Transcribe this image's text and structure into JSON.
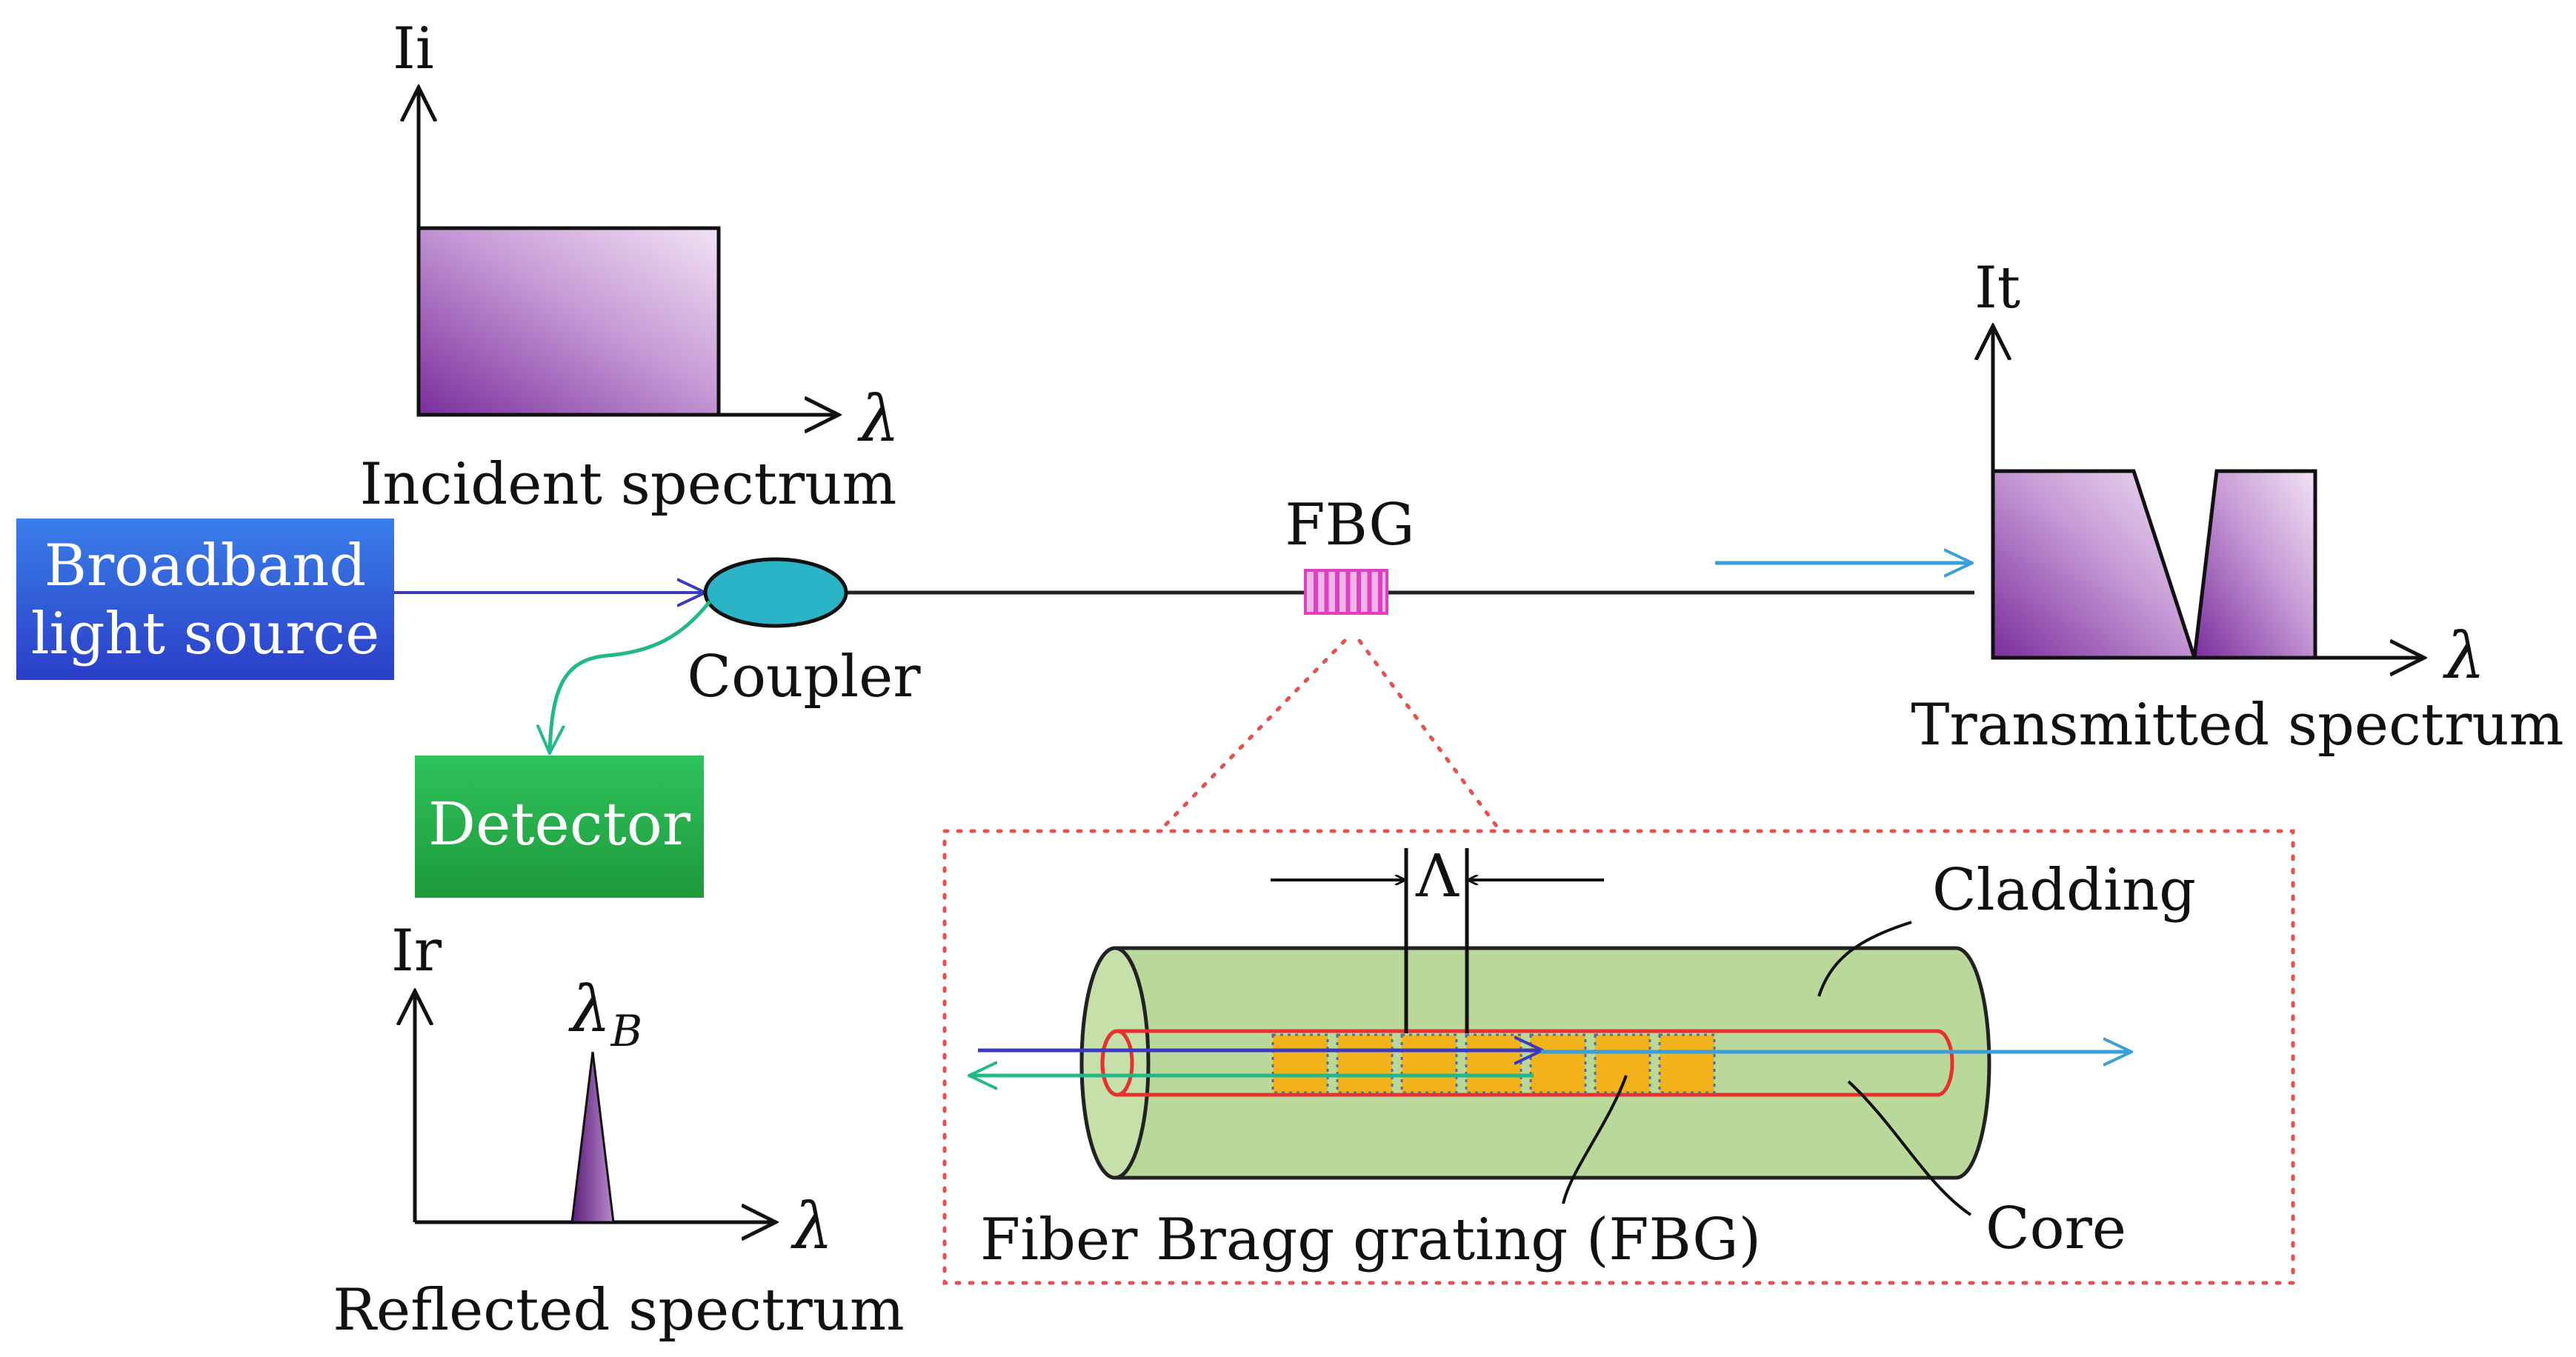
{
  "labels": {
    "incident_axis_y": "Ii",
    "incident_axis_x": "λ",
    "incident_caption": "Incident spectrum",
    "transmitted_axis_y": "It",
    "transmitted_axis_x": "λ",
    "transmitted_caption": "Transmitted spectrum",
    "reflected_axis_y": "Ir",
    "reflected_axis_x": "λ",
    "reflected_peak_main": "λ",
    "reflected_peak_sub": "B",
    "reflected_caption": "Reflected spectrum",
    "source_line1": "Broadband",
    "source_line2": "light source",
    "coupler": "Coupler",
    "detector": "Detector",
    "fbg": "FBG",
    "period": "Λ",
    "cladding": "Cladding",
    "core": "Core",
    "grating": "Fiber Bragg grating (FBG)"
  },
  "colors": {
    "source_box": "#2e4fd8",
    "detector_box": "#22b24a",
    "coupler": "#2bb3c7",
    "spectrum_dark": "#7a2e9c",
    "spectrum_light": "#eedcf2",
    "fbg_marker": "#e040c0",
    "fiber": "#b9d99a",
    "core": "#e8302e",
    "grating": "#f2b21a",
    "forward_light": "#3a9fd8",
    "reflected_light": "#22b88a",
    "input_light": "#3a3ac0",
    "zoom_outline": "#e85050"
  }
}
